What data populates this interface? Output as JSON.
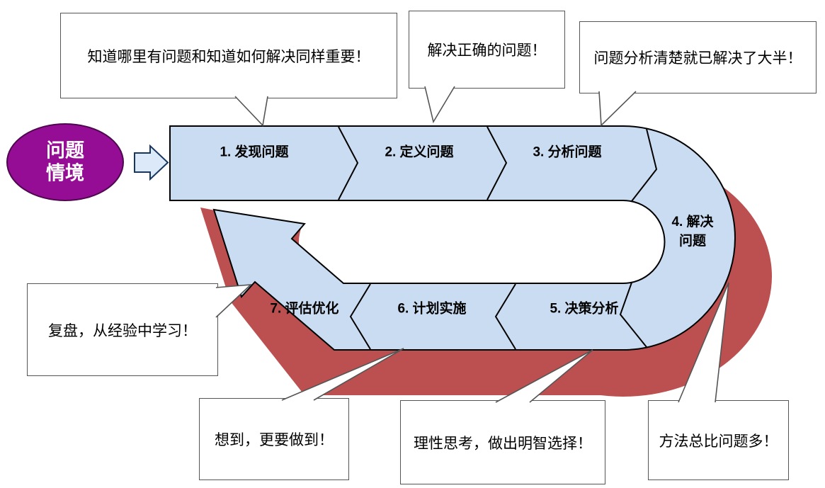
{
  "diagram": {
    "source_ellipse": {
      "line1": "问题",
      "line2": "情境"
    },
    "steps": [
      {
        "label": "1. 发现问题"
      },
      {
        "label": "2. 定义问题"
      },
      {
        "label": "3. 分析问题"
      },
      {
        "label": "4. 解决",
        "label_line2": "问题"
      },
      {
        "label": "5. 决策分析"
      },
      {
        "label": "6. 计划实施"
      },
      {
        "label": "7. 评估优化"
      }
    ],
    "callouts": [
      {
        "text": "知道哪里有问题和知道如何解决同样重要！"
      },
      {
        "text": "解决正确的问题！"
      },
      {
        "text": "问题分析清楚就已解决了大半！"
      },
      {
        "text": "复盘，从经验中学习！"
      },
      {
        "text": "想到，更要做到！"
      },
      {
        "text": "理性思考，做出明智选择！"
      },
      {
        "text": "方法总比问题多！"
      }
    ],
    "colors": {
      "step_fill": "#C9DCF2",
      "loop_shadow": "#BC4F4F",
      "ellipse_fill": "#950D95",
      "arrow_fill": "#DCE9F8",
      "outline": "#000000"
    }
  }
}
